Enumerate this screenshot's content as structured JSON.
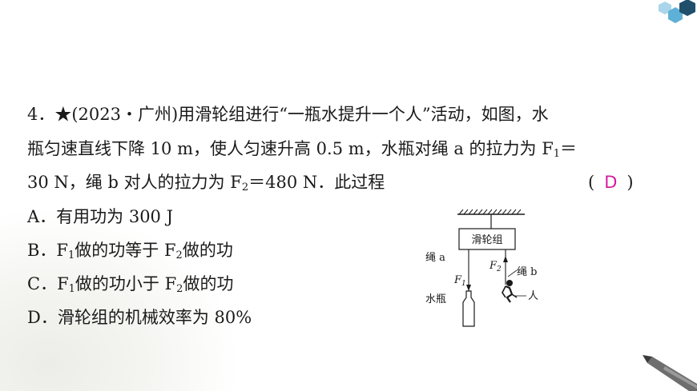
{
  "question": {
    "line1": "4．★(2023・广州)用滑轮组进行“一瓶水提升一个人”活动，如图，水",
    "line2": "瓶匀速直线下降 10 m，使人匀速升高 0.5 m，水瓶对绳 a 的拉力为 F",
    "line2_sub": "1",
    "line2_end": "＝",
    "line3_a": "30 N，绳 b 对人的拉力为 F",
    "line3_sub": "2",
    "line3_b": "＝480 N．此过程",
    "paren_open": "(",
    "answer": "D",
    "paren_close": ")"
  },
  "options": {
    "A": "A．有用功为 300 J",
    "B_a": "B．F",
    "B_sub1": "1",
    "B_b": "做的功等于 F",
    "B_sub2": "2",
    "B_c": "做的功",
    "C_a": "C．F",
    "C_sub1": "1",
    "C_b": "做的功小于 F",
    "C_sub2": "2",
    "C_c": "做的功",
    "D": "D．滑轮组的机械效率为 80%"
  },
  "figure": {
    "pulley_label": "滑轮组",
    "rope_a": "绳 a",
    "rope_b": "绳 b",
    "f1": "F",
    "f1_sub": "1",
    "f2": "F",
    "f2_sub": "2",
    "bottle": "水瓶",
    "person": "人"
  },
  "colors": {
    "answer": "#d41c9e",
    "hex_dark": "#1f4f6b",
    "hex_light": "#5fb0d6"
  }
}
